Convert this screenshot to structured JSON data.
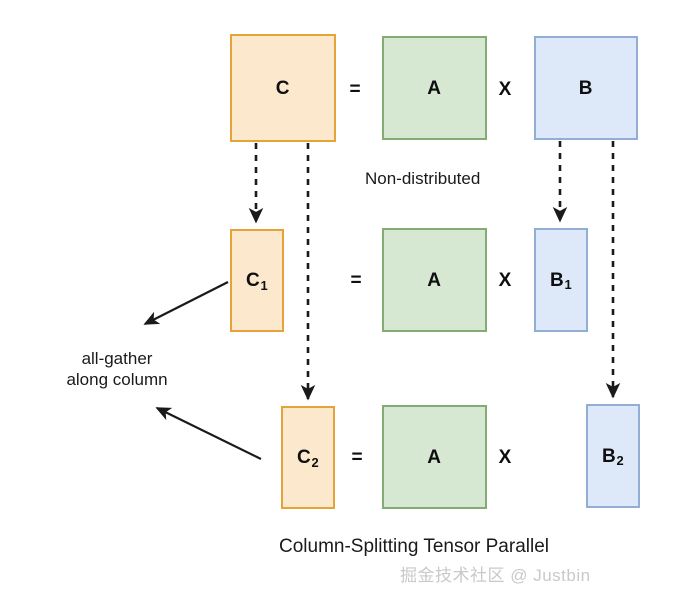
{
  "diagram": {
    "title_bottom": "Column-Splitting Tensor Parallel",
    "label_nondistributed": "Non-distributed",
    "label_allgather": "all-gather\nalong column",
    "watermark": "掘金技术社区 @ Justbin",
    "colors": {
      "orange_fill": "#fce8cd",
      "orange_stroke": "#e5a33a",
      "green_fill": "#d6e8d1",
      "green_stroke": "#84ab74",
      "blue_fill": "#dde8f8",
      "blue_stroke": "#93aed4",
      "arrow": "#1a1a1a",
      "text": "#1a1a1a",
      "watermark": "#c9c9c9",
      "background": "#ffffff"
    },
    "operators": {
      "equals": "=",
      "times": "X"
    },
    "rows": [
      {
        "name": "non-distributed",
        "result": {
          "base": "C",
          "sub": ""
        },
        "left": {
          "base": "A",
          "sub": ""
        },
        "right": {
          "base": "B",
          "sub": ""
        }
      },
      {
        "name": "shard-1",
        "result": {
          "base": "C",
          "sub": "1"
        },
        "left": {
          "base": "A",
          "sub": ""
        },
        "right": {
          "base": "B",
          "sub": "1"
        }
      },
      {
        "name": "shard-2",
        "result": {
          "base": "C",
          "sub": "2"
        },
        "left": {
          "base": "A",
          "sub": ""
        },
        "right": {
          "base": "B",
          "sub": "2"
        }
      }
    ]
  }
}
